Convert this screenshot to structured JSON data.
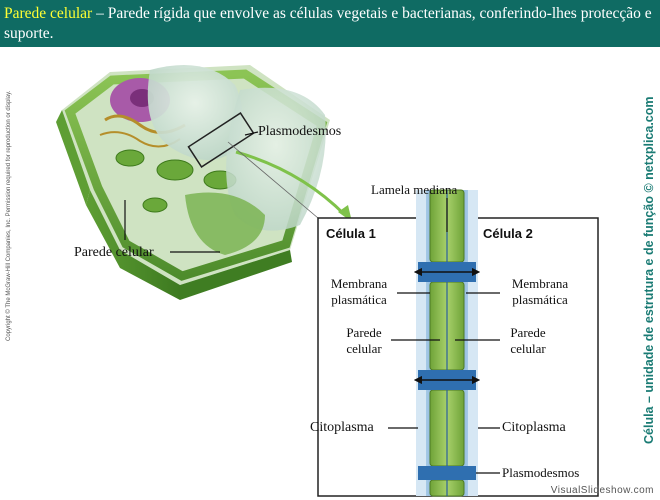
{
  "header": {
    "term": "Parede celular",
    "definition": " – Parede rígida que envolve as células vegetais e bacterianas, conferindo-lhes protecção e suporte."
  },
  "copyright": "Copyright © The McGraw-Hill Companies, Inc. Permission required for reproduction or display.",
  "sidebar_text": "Célula – unidade de estrutura e de função © netxplica.com",
  "watermark": "VisualSlideshow.com",
  "labels": {
    "plasmodesmos_top": "Plasmodesmos",
    "parede_celular_left": "Parede celular",
    "lamela_mediana": "Lamela mediana",
    "celula1": "Célula 1",
    "celula2": "Célula 2",
    "membrana_left_1": "Membrana",
    "membrana_left_2": "plasmática",
    "membrana_right_1": "Membrana",
    "membrana_right_2": "plasmática",
    "parede_left_1": "Parede",
    "parede_left_2": "celular",
    "parede_right_1": "Parede",
    "parede_right_2": "celular",
    "citoplasma_left": "Citoplasma",
    "citoplasma_right": "Citoplasma",
    "plasmodesmos_bottom": "Plasmodesmos"
  }
}
